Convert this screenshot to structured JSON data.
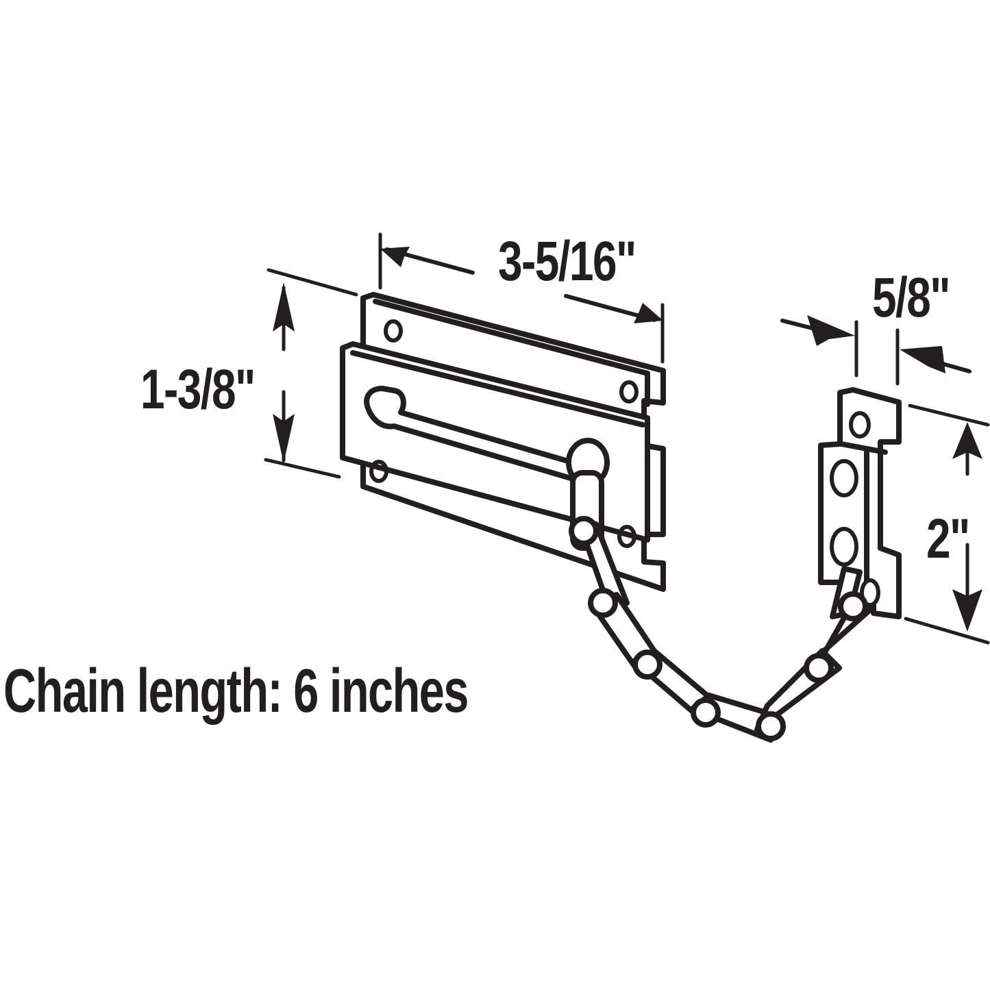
{
  "diagram": {
    "subject": "Door chain guard lock",
    "colors": {
      "line": "#231f20",
      "background": "#ffffff"
    },
    "dimensions": {
      "slide_plate_width": "3-5/16\"",
      "slide_plate_height": "1-3/8\"",
      "strike_plate_width": "5/8\"",
      "strike_plate_height": "2\""
    },
    "caption": "Chain length: 6 inches"
  }
}
